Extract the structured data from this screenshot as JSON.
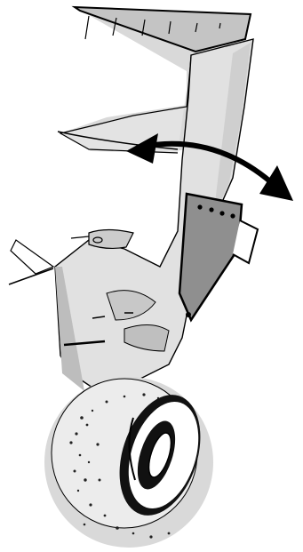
{
  "illustration": {
    "subject": "landing-gear-strut-with-pivot",
    "colors": {
      "outline": "#000000",
      "light_gray": "#d6d6d6",
      "mid_gray": "#b3b3b3",
      "dark_gray": "#8c8c8c",
      "background": "#ffffff"
    },
    "icons": {
      "motion_arrow": "double-headed-curved-arrow",
      "wheel": "tire-and-hub",
      "bracket": "hinge-plate"
    }
  }
}
